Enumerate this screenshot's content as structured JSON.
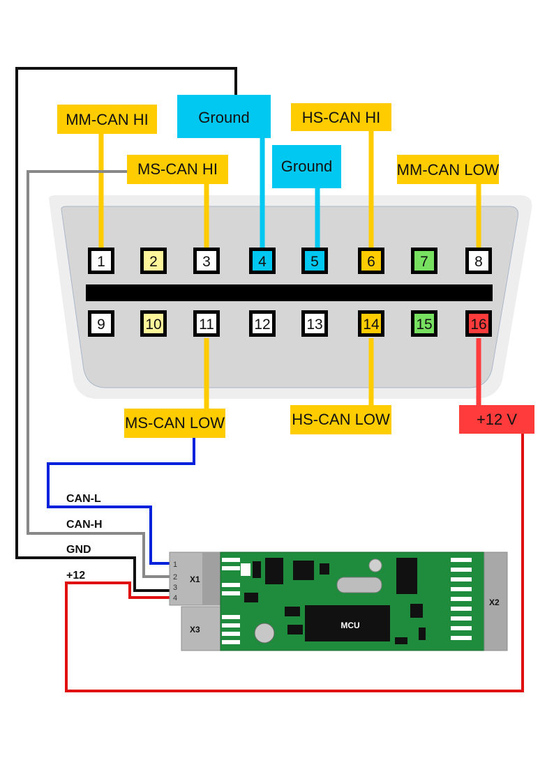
{
  "colors": {
    "can_label": "#ffcc00",
    "ground_label": "#00c8f0",
    "power_label": "#ff3b3b",
    "wire_black": "#111111",
    "wire_gray": "#888888",
    "wire_blue": "#0022dd",
    "wire_red": "#e01010",
    "board_green": "#1e8c3c"
  },
  "labels": {
    "mm_can_hi": "MM-CAN HI",
    "ground_left": "Ground",
    "hs_can_hi": "HS-CAN HI",
    "ms_can_hi": "MS-CAN HI",
    "ground_right": "Ground",
    "mm_can_low": "MM-CAN LOW",
    "ms_can_low": "MS-CAN LOW",
    "hs_can_low": "HS-CAN LOW",
    "plus_12v": "+12 V"
  },
  "pins": [
    {
      "number": "1",
      "color": "#ffffff"
    },
    {
      "number": "2",
      "color": "#fff59a"
    },
    {
      "number": "3",
      "color": "#ffffff"
    },
    {
      "number": "4",
      "color": "#00c8f0"
    },
    {
      "number": "5",
      "color": "#00c8f0"
    },
    {
      "number": "6",
      "color": "#ffcc00"
    },
    {
      "number": "7",
      "color": "#77e060"
    },
    {
      "number": "8",
      "color": "#ffffff"
    },
    {
      "number": "9",
      "color": "#ffffff"
    },
    {
      "number": "10",
      "color": "#fff59a"
    },
    {
      "number": "11",
      "color": "#ffffff"
    },
    {
      "number": "12",
      "color": "#ffffff"
    },
    {
      "number": "13",
      "color": "#ffffff"
    },
    {
      "number": "14",
      "color": "#ffcc00"
    },
    {
      "number": "15",
      "color": "#77e060"
    },
    {
      "number": "16",
      "color": "#ff3b3b"
    }
  ],
  "wires": {
    "can_l": "CAN-L",
    "can_h": "CAN-H",
    "gnd": "GND",
    "plus12": "+12"
  },
  "board": {
    "x1": "X1",
    "x2": "X2",
    "x3": "X3",
    "mcu": "MCU",
    "terminals": [
      "1",
      "2",
      "3",
      "4"
    ]
  }
}
